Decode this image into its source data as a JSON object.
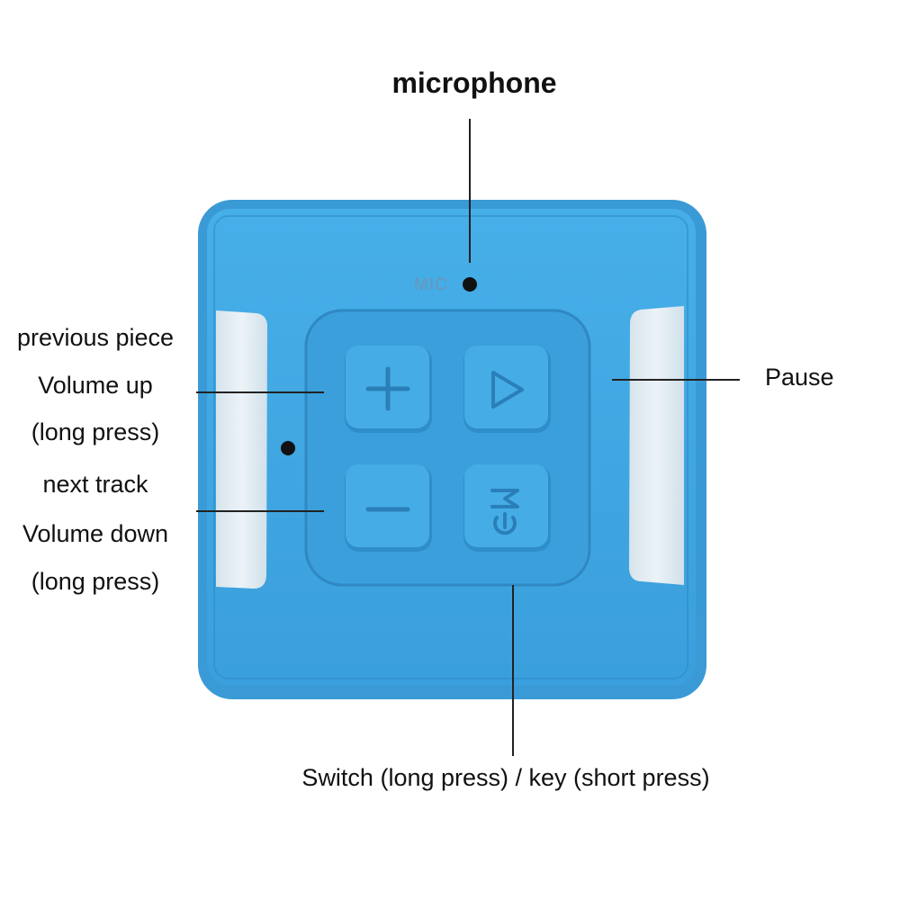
{
  "labels": {
    "microphone": "microphone",
    "mic_marking": "MIC",
    "previous_piece": "previous piece",
    "volume_up": "Volume up",
    "long_press_1": "(long press)",
    "next_track": "next track",
    "volume_down": "Volume down",
    "long_press_2": "(long press)",
    "pause": "Pause",
    "switch_key": "Switch (long press) / key (short press)"
  },
  "buttons": [
    {
      "name": "plus-button",
      "icon": "plus-icon"
    },
    {
      "name": "play-button",
      "icon": "play-icon"
    },
    {
      "name": "minus-button",
      "icon": "minus-icon"
    },
    {
      "name": "mode-power-button",
      "icon": "mode-power-icon"
    }
  ],
  "colors": {
    "device_body": "#3ea6e2",
    "device_edge": "#2f8fcc",
    "button_face": "#44abe5",
    "button_symbol": "#2f86c0",
    "tape": "#e9eef2",
    "leader_lines": "#222222"
  }
}
